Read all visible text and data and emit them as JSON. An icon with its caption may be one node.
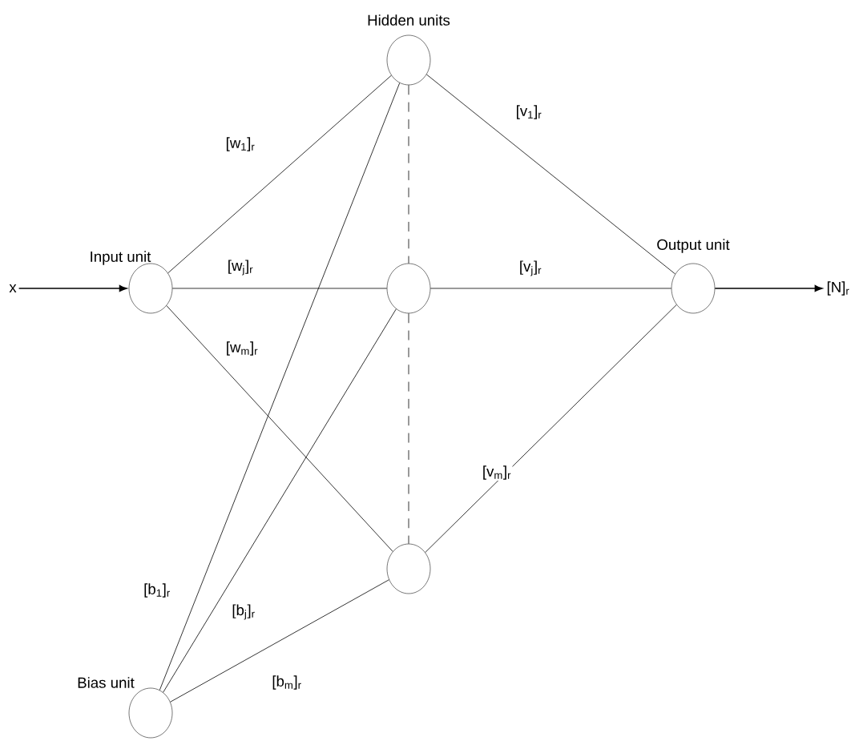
{
  "diagram": {
    "nodes": [
      {
        "text": [
          "Input unit"
        ]
      },
      {
        "text": [
          "Hidden units"
        ]
      },
      {
        "text": [],
        "shape": "circle"
      },
      {
        "text": [],
        "shape": "circle"
      },
      {
        "text": [
          "Output unit"
        ]
      },
      {
        "text": [
          "Bias unit"
        ]
      },
      {
        "text": [
          "x"
        ]
      },
      {
        "text": [
          "[N]$_{r}$"
        ]
      }
    ],
    "edges": [
      {
        "from": 6,
        "to": 0,
        "arrow": "to"
      },
      {
        "from": 0,
        "to": 1,
        "arrow": "none",
        "label": "[w$_{1}$]$_{r}$"
      },
      {
        "from": 0,
        "to": 2,
        "arrow": "none",
        "label": "[w$_{j}$]$_{r}$"
      },
      {
        "from": 0,
        "to": 3,
        "arrow": "none",
        "label": "[w$_{m}$]$_{r}$"
      },
      {
        "from": 1,
        "to": 4,
        "arrow": "none",
        "label": "[v$_{1}$]$_{r}$"
      },
      {
        "from": 2,
        "to": 4,
        "arrow": "none",
        "label": "[v$_{j}$]$_{r}$"
      },
      {
        "from": 3,
        "to": 4,
        "arrow": "none",
        "label": "[v$_{m}$]$_{r}$"
      },
      {
        "from": 5,
        "to": 1,
        "arrow": "none",
        "label": "[b$_{1}$]$_{r}$"
      },
      {
        "from": 5,
        "to": 2,
        "arrow": "none",
        "label": "[b$_{j}$]$_{r}$"
      },
      {
        "from": 5,
        "to": 3,
        "arrow": "none",
        "label": "[b$_{m}$]$_{r}$"
      },
      {
        "from": 1,
        "to": 2,
        "arrow": "none",
        "style": "dashed"
      },
      {
        "from": 2,
        "to": 3,
        "arrow": "none",
        "style": "dashed"
      },
      {
        "from": 4,
        "to": 7,
        "arrow": "to"
      }
    ]
  }
}
